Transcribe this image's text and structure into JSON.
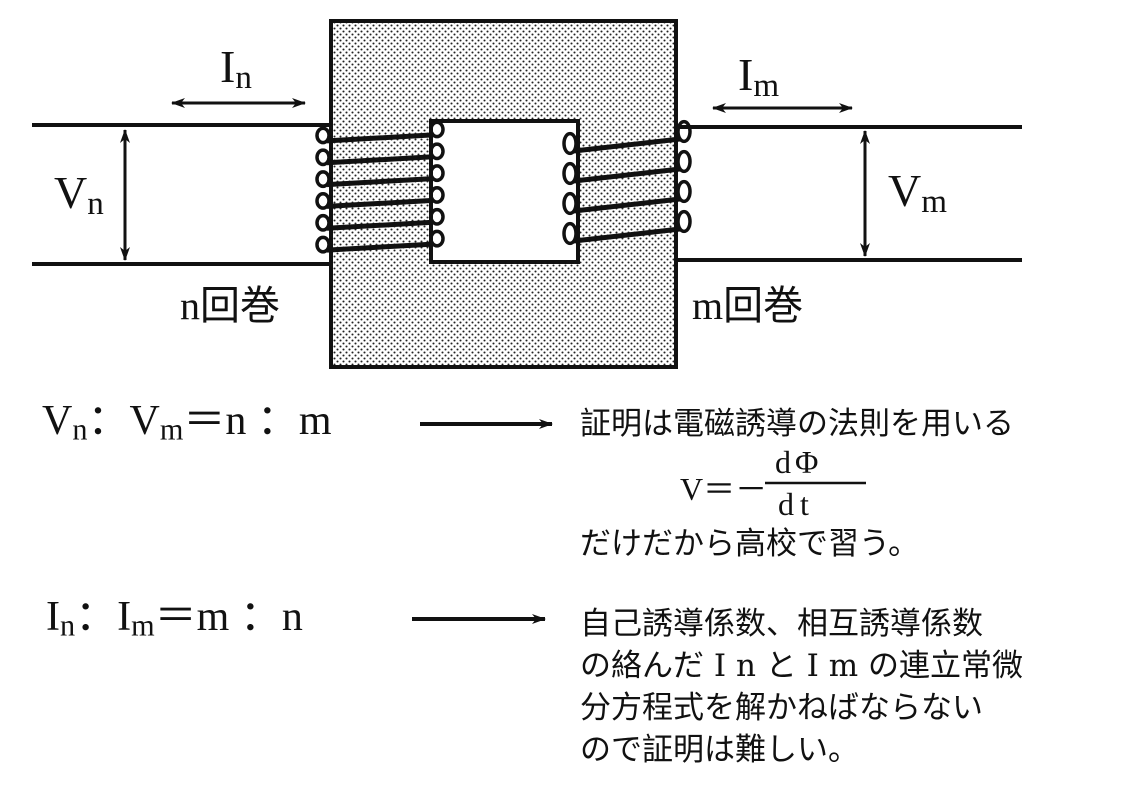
{
  "colors": {
    "ink": "#111111",
    "core_fill": "#d9d9d9",
    "background": "#ffffff"
  },
  "diagram": {
    "primary": {
      "current_label": "I",
      "current_sub": "n",
      "voltage_label": "V",
      "voltage_sub": "n",
      "turns_label": "n回巻",
      "coil_turns": 6
    },
    "secondary": {
      "current_label": "I",
      "current_sub": "m",
      "voltage_label": "V",
      "voltage_sub": "m",
      "turns_label": "m回巻",
      "coil_turns": 4
    }
  },
  "relations": [
    {
      "lhs": {
        "a": "V",
        "a_sub": "n",
        "sep": "：",
        "b": "V",
        "b_sub": "m",
        "rhs": "＝n ：m"
      },
      "note_lines": [
        "証明は電磁誘導の法則を用いる",
        "だけだから高校で習う。"
      ],
      "formula": {
        "lhs": "V＝－",
        "numerator": "dΦ",
        "denominator": "dt"
      }
    },
    {
      "lhs": {
        "a": "I",
        "a_sub": "n",
        "sep": "：",
        "b": "I",
        "b_sub": "m",
        "rhs": "＝m ：n"
      },
      "note_lines": [
        "自己誘導係数、相互誘導係数",
        "の絡んだ I n と I m の連立常微",
        "分方程式を解かねばならない",
        "ので証明は難しい。"
      ]
    }
  ]
}
